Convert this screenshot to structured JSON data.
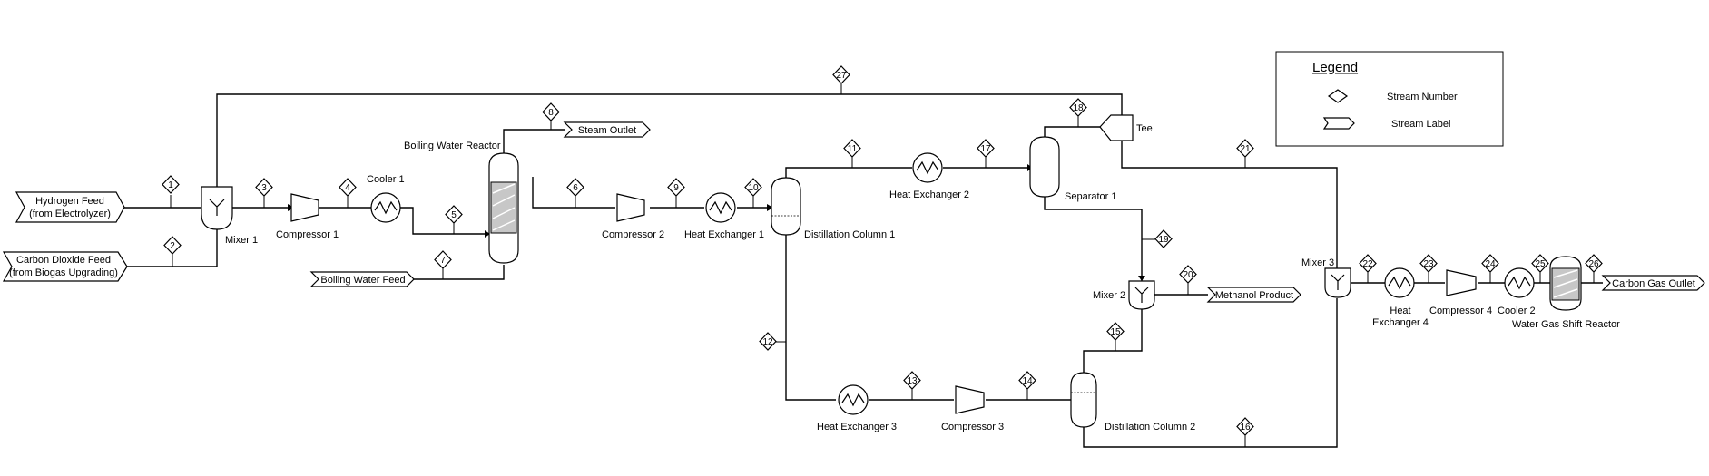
{
  "streams": [
    "1",
    "2",
    "3",
    "4",
    "5",
    "6",
    "7",
    "8",
    "9",
    "10",
    "11",
    "12",
    "13",
    "14",
    "15",
    "16",
    "17",
    "18",
    "19",
    "20",
    "21",
    "22",
    "23",
    "24",
    "25",
    "26",
    "27"
  ],
  "equipment": {
    "mixer1": "Mixer 1",
    "compressor1": "Compressor 1",
    "cooler1": "Cooler 1",
    "bwr": "Boiling Water Reactor",
    "compressor2": "Compressor 2",
    "hx1": "Heat Exchanger 1",
    "dist1": "Distillation Column 1",
    "hx2": "Heat Exchanger 2",
    "sep1": "Separator 1",
    "tee": "Tee",
    "mixer2": "Mixer 2",
    "hx3": "Heat Exchanger 3",
    "compressor3": "Compressor 3",
    "dist2": "Distillation Column 2",
    "mixer3": "Mixer 3",
    "hx4_line1": "Heat",
    "hx4_line2": "Exchanger 4",
    "compressor4": "Compressor 4",
    "cooler2": "Cooler 2",
    "wgs": "Water Gas Shift Reactor"
  },
  "stream_labels": {
    "h2_line1": "Hydrogen Feed",
    "h2_line2": "(from Electrolyzer)",
    "co2_line1": "Carbon Dioxide Feed",
    "co2_line2": "(from Biogas Upgrading)",
    "bwf": "Boiling Water Feed",
    "steam": "Steam Outlet",
    "methanol": "Methanol Product",
    "carbon_gas": "Carbon Gas Outlet"
  },
  "legend": {
    "title": "Legend",
    "stream_number": "Stream Number",
    "stream_label": "Stream Label"
  }
}
